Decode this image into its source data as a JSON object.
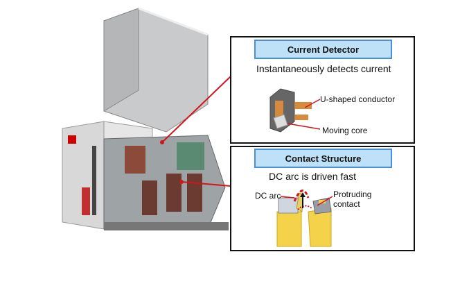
{
  "panels": [
    {
      "title": "Current Detector",
      "subtitle": "Instantaneously detects current",
      "labels": [
        "U-shaped conductor",
        "Moving core"
      ]
    },
    {
      "title": "Contact Structure",
      "subtitle": "DC arc is driven fast",
      "labels": [
        "DC arc",
        "Protruding",
        "contact"
      ]
    }
  ],
  "colors": {
    "accent_red": "#d0161b",
    "title_fill": "#bfe1f7",
    "title_border": "#4a90d9"
  }
}
